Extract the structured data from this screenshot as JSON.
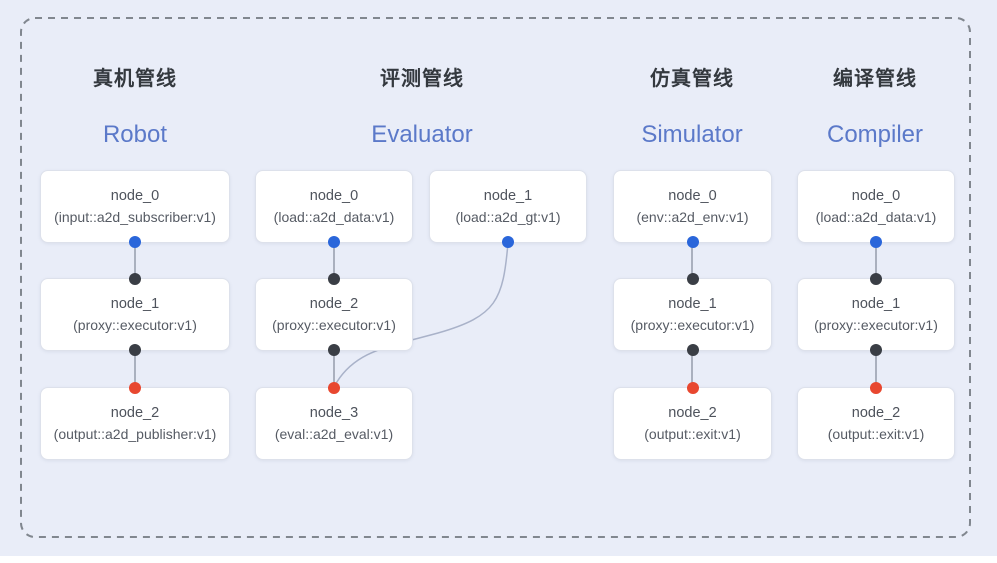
{
  "diagram": {
    "description": "Four node-graph pipelines inside a dashed rounded container",
    "colors": {
      "background": "#e9edf8",
      "container_dash_border": "#81878f",
      "node_fill": "#ffffff",
      "node_border": "#dde1eb",
      "edge_line": "#8f97a6",
      "edge_curve": "#a9b2c9",
      "port_source_blue": "#2a66da",
      "port_executor_dark": "#3a3e45",
      "port_sink_red": "#e8472f",
      "title_zh_color": "#34393f",
      "title_en_color": "#5b79c9",
      "node_text_color": "#4e535c"
    }
  },
  "pipelines": [
    {
      "title_zh": "真机管线",
      "title_en": "Robot",
      "nodes": [
        {
          "name": "node_0",
          "type": "(input::a2d_subscriber:v1)"
        },
        {
          "name": "node_1",
          "type": "(proxy::executor:v1)"
        },
        {
          "name": "node_2",
          "type": "(output::a2d_publisher:v1)"
        }
      ]
    },
    {
      "title_zh": "评测管线",
      "title_en": "Evaluator",
      "nodes": [
        {
          "name": "node_0",
          "type": "(load::a2d_data:v1)"
        },
        {
          "name": "node_1",
          "type": "(load::a2d_gt:v1)"
        },
        {
          "name": "node_2",
          "type": "(proxy::executor:v1)"
        },
        {
          "name": "node_3",
          "type": "(eval::a2d_eval:v1)"
        }
      ]
    },
    {
      "title_zh": "仿真管线",
      "title_en": "Simulator",
      "nodes": [
        {
          "name": "node_0",
          "type": "(env::a2d_env:v1)"
        },
        {
          "name": "node_1",
          "type": "(proxy::executor:v1)"
        },
        {
          "name": "node_2",
          "type": "(output::exit:v1)"
        }
      ]
    },
    {
      "title_zh": "编译管线",
      "title_en": "Compiler",
      "nodes": [
        {
          "name": "node_0",
          "type": "(load::a2d_data:v1)"
        },
        {
          "name": "node_1",
          "type": "(proxy::executor:v1)"
        },
        {
          "name": "node_2",
          "type": "(output::exit:v1)"
        }
      ]
    }
  ],
  "edges": [
    {
      "from": "Robot.node_0",
      "to": "Robot.node_1",
      "shape": "straight"
    },
    {
      "from": "Robot.node_1",
      "to": "Robot.node_2",
      "shape": "straight"
    },
    {
      "from": "Evaluator.node_0",
      "to": "Evaluator.node_2",
      "shape": "straight"
    },
    {
      "from": "Evaluator.node_1",
      "to": "Evaluator.node_3",
      "shape": "curve"
    },
    {
      "from": "Evaluator.node_2",
      "to": "Evaluator.node_3",
      "shape": "straight"
    },
    {
      "from": "Simulator.node_0",
      "to": "Simulator.node_1",
      "shape": "straight"
    },
    {
      "from": "Simulator.node_1",
      "to": "Simulator.node_2",
      "shape": "straight"
    },
    {
      "from": "Compiler.node_0",
      "to": "Compiler.node_1",
      "shape": "straight"
    },
    {
      "from": "Compiler.node_1",
      "to": "Compiler.node_2",
      "shape": "straight"
    }
  ]
}
